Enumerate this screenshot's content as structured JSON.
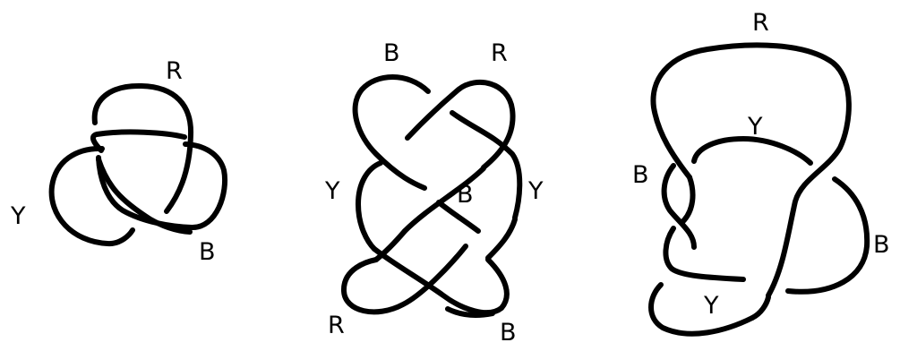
{
  "diagrams": [
    {
      "labels": [
        "R",
        "Y",
        "B"
      ]
    },
    {
      "labels": [
        "B",
        "R",
        "Y",
        "B",
        "Y",
        "R",
        "B"
      ]
    },
    {
      "labels": [
        "R",
        "Y",
        "B",
        "B",
        "Y"
      ]
    }
  ]
}
